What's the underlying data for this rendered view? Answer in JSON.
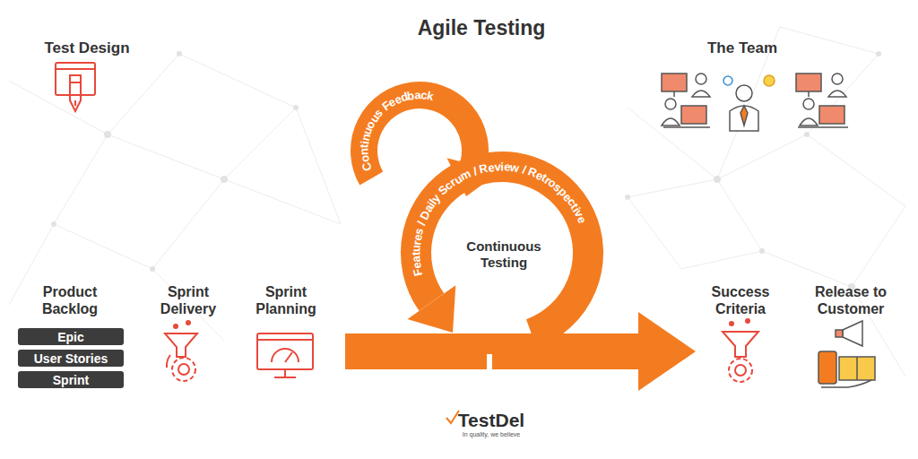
{
  "diagram": {
    "title": "Agile Testing",
    "nodes": [
      {
        "text": [
          "Epic"
        ]
      },
      {
        "text": [
          "User Stories"
        ]
      },
      {
        "text": [
          "Sprint"
        ]
      }
    ],
    "labels": [
      "Test Design",
      "The Team",
      "Product Backlog",
      "Sprint Delivery",
      "Sprint Planning",
      "Continuous Feedback",
      "Features / Daily Scrum / Review / Retrospective",
      "Continuous Testing",
      "Success Criteria",
      "Release to Customer",
      "TestDel",
      "In quality, we believe"
    ]
  }
}
